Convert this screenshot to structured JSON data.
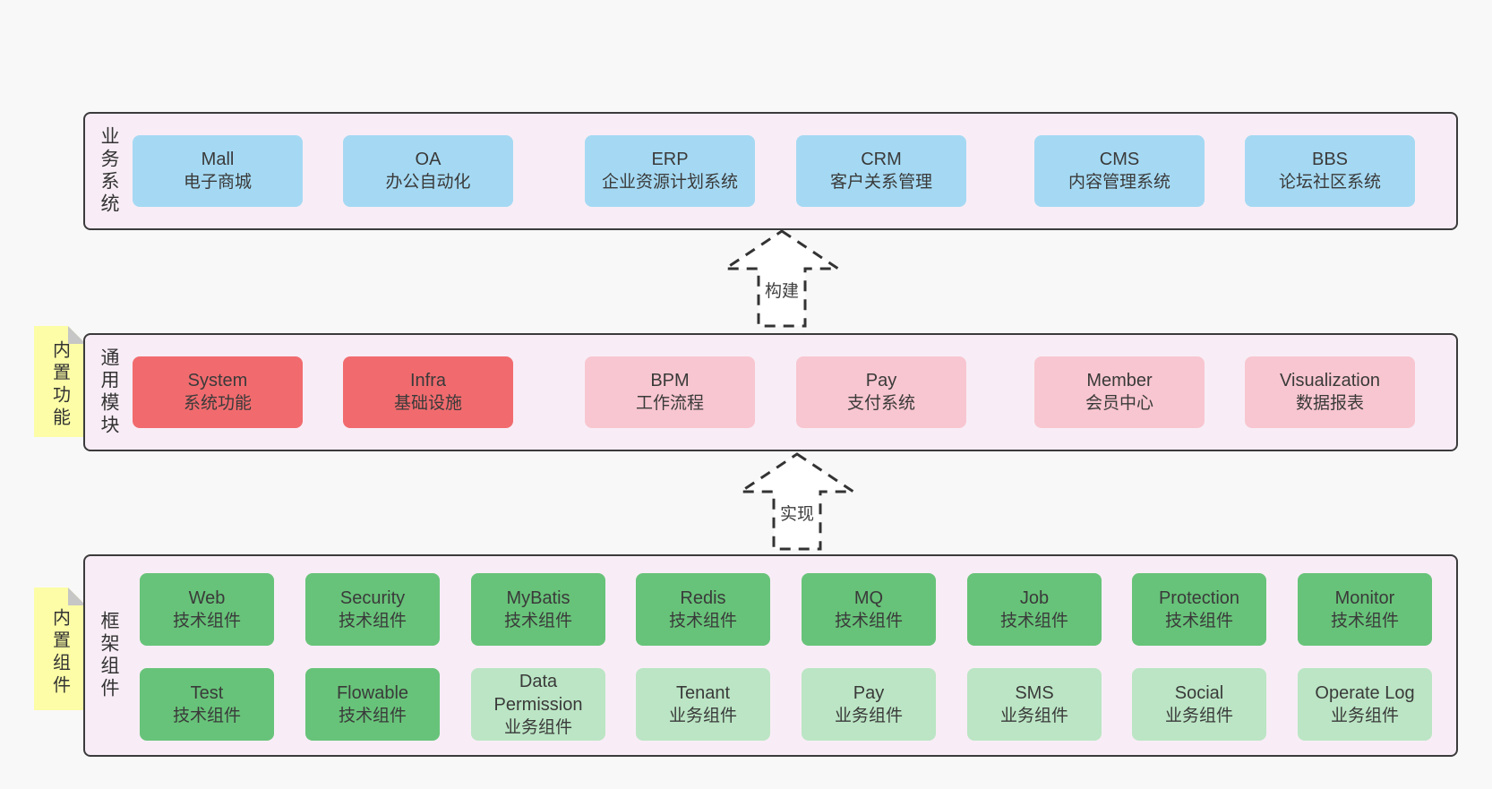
{
  "diagram": {
    "layers": {
      "business": {
        "label": "业务系统",
        "boxes": [
          {
            "en": "Mall",
            "zh": "电子商城"
          },
          {
            "en": "OA",
            "zh": "办公自动化"
          },
          {
            "en": "ERP",
            "zh": "企业资源计划系统"
          },
          {
            "en": "CRM",
            "zh": "客户关系管理"
          },
          {
            "en": "CMS",
            "zh": "内容管理系统"
          },
          {
            "en": "BBS",
            "zh": "论坛社区系统"
          }
        ]
      },
      "modules": {
        "label": "通用模块",
        "sticky": "内置功能",
        "boxes": [
          {
            "en": "System",
            "zh": "系统功能",
            "variant": "red"
          },
          {
            "en": "Infra",
            "zh": "基础设施",
            "variant": "red"
          },
          {
            "en": "BPM",
            "zh": "工作流程",
            "variant": "pink"
          },
          {
            "en": "Pay",
            "zh": "支付系统",
            "variant": "pink"
          },
          {
            "en": "Member",
            "zh": "会员中心",
            "variant": "pink"
          },
          {
            "en": "Visualization",
            "zh": "数据报表",
            "variant": "pink"
          }
        ]
      },
      "components": {
        "label": "框架组件",
        "sticky": "内置组件",
        "row1": [
          {
            "en": "Web",
            "zh": "技术组件",
            "variant": "green"
          },
          {
            "en": "Security",
            "zh": "技术组件",
            "variant": "green"
          },
          {
            "en": "MyBatis",
            "zh": "技术组件",
            "variant": "green"
          },
          {
            "en": "Redis",
            "zh": "技术组件",
            "variant": "green"
          },
          {
            "en": "MQ",
            "zh": "技术组件",
            "variant": "green"
          },
          {
            "en": "Job",
            "zh": "技术组件",
            "variant": "green"
          },
          {
            "en": "Protection",
            "zh": "技术组件",
            "variant": "green"
          },
          {
            "en": "Monitor",
            "zh": "技术组件",
            "variant": "green"
          }
        ],
        "row2": [
          {
            "en": "Test",
            "zh": "技术组件",
            "variant": "green"
          },
          {
            "en": "Flowable",
            "zh": "技术组件",
            "variant": "green"
          },
          {
            "en": "Data Permission",
            "zh": "业务组件",
            "variant": "lightgreen"
          },
          {
            "en": "Tenant",
            "zh": "业务组件",
            "variant": "lightgreen"
          },
          {
            "en": "Pay",
            "zh": "业务组件",
            "variant": "lightgreen"
          },
          {
            "en": "SMS",
            "zh": "业务组件",
            "variant": "lightgreen"
          },
          {
            "en": "Social",
            "zh": "业务组件",
            "variant": "lightgreen"
          },
          {
            "en": "Operate Log",
            "zh": "业务组件",
            "variant": "lightgreen"
          }
        ]
      }
    },
    "arrows": [
      {
        "label": "构建"
      },
      {
        "label": "实现"
      }
    ],
    "colors": {
      "page_bg": "#f8f8f8",
      "container_bg": "#f8edf6",
      "container_border": "#3b3b3b",
      "box_blue": "#a5d9f3",
      "box_red": "#f16b6e",
      "box_pink": "#f8c6d0",
      "box_green": "#67c379",
      "box_light_green": "#bbe5c4",
      "sticky_yellow": "#fcfda6",
      "fold_gray": "#c6c6c6",
      "text": "#3a3a3a"
    }
  }
}
